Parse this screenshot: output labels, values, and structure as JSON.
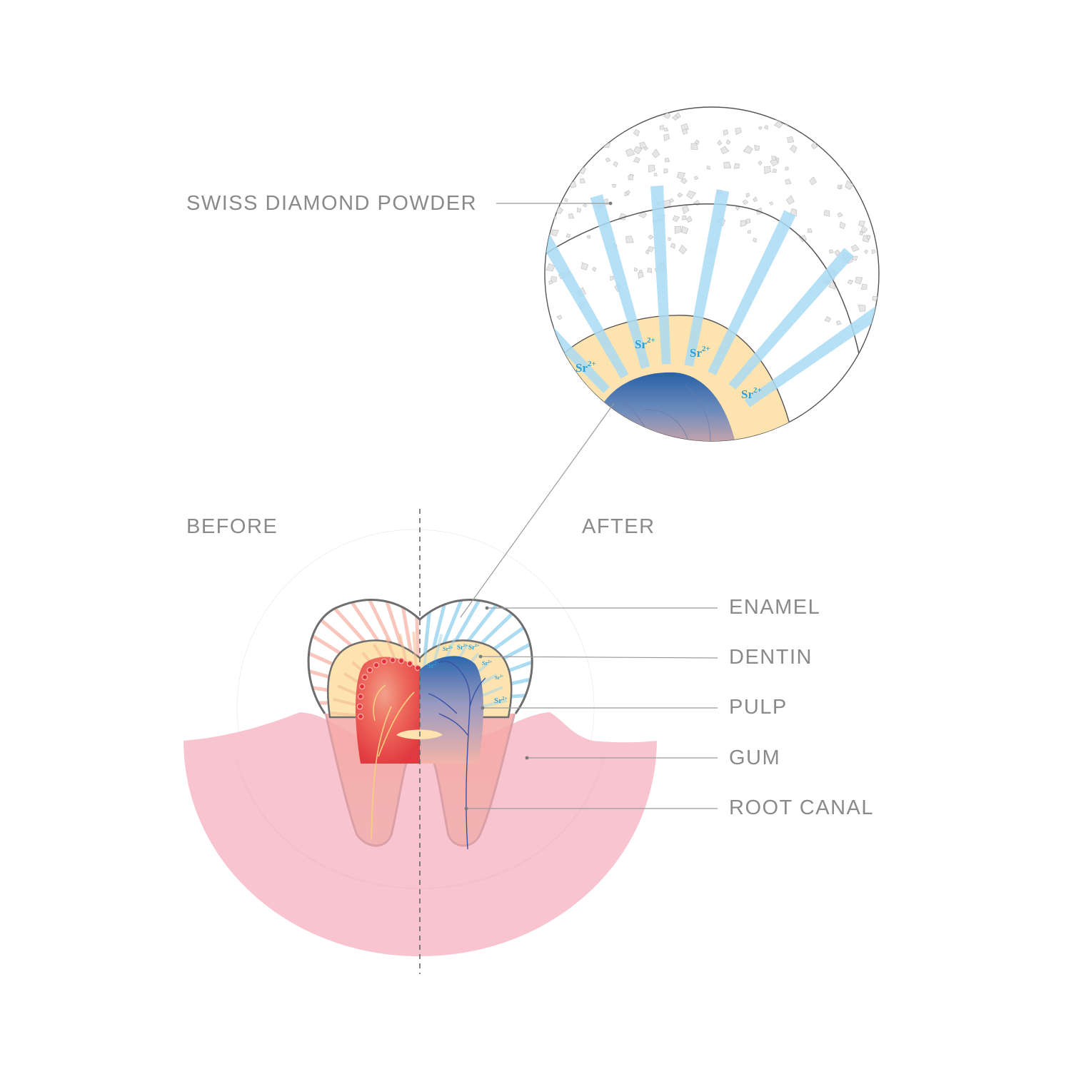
{
  "labels": {
    "swiss_diamond_powder": "SWISS DIAMOND POWDER",
    "before": "BEFORE",
    "after": "AFTER",
    "enamel": "ENAMEL",
    "dentin": "DENTIN",
    "pulp": "PULP",
    "gum": "GUM",
    "root_canal": "ROOT CANAL"
  },
  "ion_label": "Sr",
  "ion_charge": "2+",
  "colors": {
    "label_text": "#8a8a8a",
    "leader_line": "#9a9a9a",
    "gum": "#f7c4cf",
    "gum_dark": "#eeb6c2",
    "dentin": "#fde3b0",
    "enamel_before": "#f9c9c0",
    "enamel_after": "#b6dff2",
    "pulp_before": "#e44848",
    "pulp_after": "#2a68b0",
    "ion_text": "#2b9fd4",
    "tooth_outline": "#6e6e6e"
  }
}
